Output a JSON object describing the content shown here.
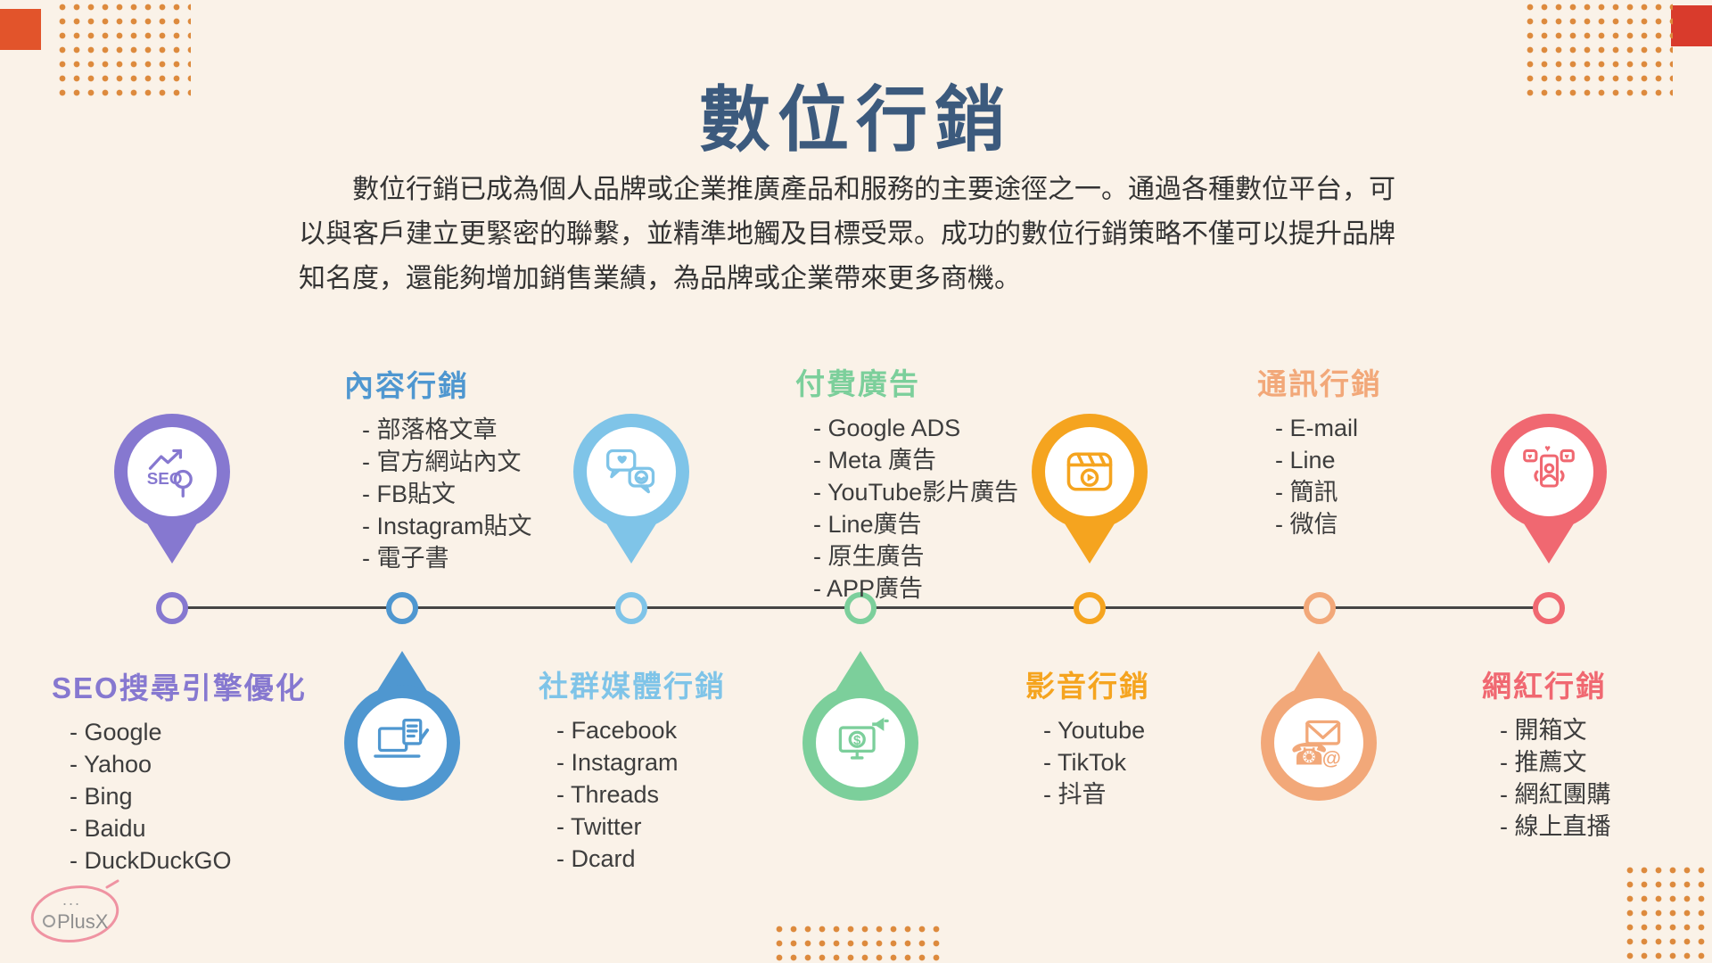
{
  "page": {
    "title": "數位行銷",
    "intro": "數位行銷已成為個人品牌或企業推廣產品和服務的主要途徑之一。通過各種數位平台，可以與客戶建立更緊密的聯繫，並精準地觸及目標受眾。成功的數位行銷策略不僅可以提升品牌知名度，還能夠增加銷售業績，為品牌或企業帶來更多商機。"
  },
  "colors": {
    "background": "#faf2e8",
    "title": "#3c5a7d",
    "body_text": "#333333",
    "timeline_line": "#454545",
    "dots": "#dd8a3d",
    "corner_square_left": "#e2542b",
    "corner_square_right": "#d93b2c"
  },
  "categories": [
    {
      "title": "SEO搜尋引擎優化",
      "color": "#8678d0",
      "icon": "seo-magnifier-icon",
      "items": [
        "- Google",
        "- Yahoo",
        "- Bing",
        "- Baidu",
        "- DuckDuckGO"
      ]
    },
    {
      "title": "內容行銷",
      "color": "#4f97d0",
      "icon": "laptop-writing-icon",
      "items": [
        "- 部落格文章",
        "- 官方網站內文",
        "- FB貼文",
        "- Instagram貼文",
        "- 電子書"
      ]
    },
    {
      "title": "社群媒體行銷",
      "color": "#7fc4e8",
      "icon": "chat-bubbles-icon",
      "items": [
        "- Facebook",
        "- Instagram",
        "- Threads",
        "- Twitter",
        "- Dcard"
      ]
    },
    {
      "title": "付費廣告",
      "color": "#7ccf9b",
      "icon": "monitor-ads-icon",
      "items": [
        "- Google ADS",
        "- Meta 廣告",
        "- YouTube影片廣告",
        "- Line廣告",
        "- 原生廣告",
        "- APP廣告"
      ]
    },
    {
      "title": "影音行銷",
      "color": "#f5a41f",
      "icon": "clapperboard-play-icon",
      "items": [
        "- Youtube",
        "- TikTok",
        "- 抖音"
      ]
    },
    {
      "title": "通訊行銷",
      "color": "#f2a879",
      "icon": "phone-mail-icon",
      "items": [
        "- E-mail",
        "- Line",
        "- 簡訊",
        "- 微信"
      ]
    },
    {
      "title": "網紅行銷",
      "color": "#f06871",
      "icon": "influencer-phone-icon",
      "items": [
        "- 開箱文",
        "- 推薦文",
        "- 網紅團購",
        "- 線上直播"
      ]
    }
  ],
  "logo": {
    "dots": "...",
    "text": "PlusX"
  }
}
